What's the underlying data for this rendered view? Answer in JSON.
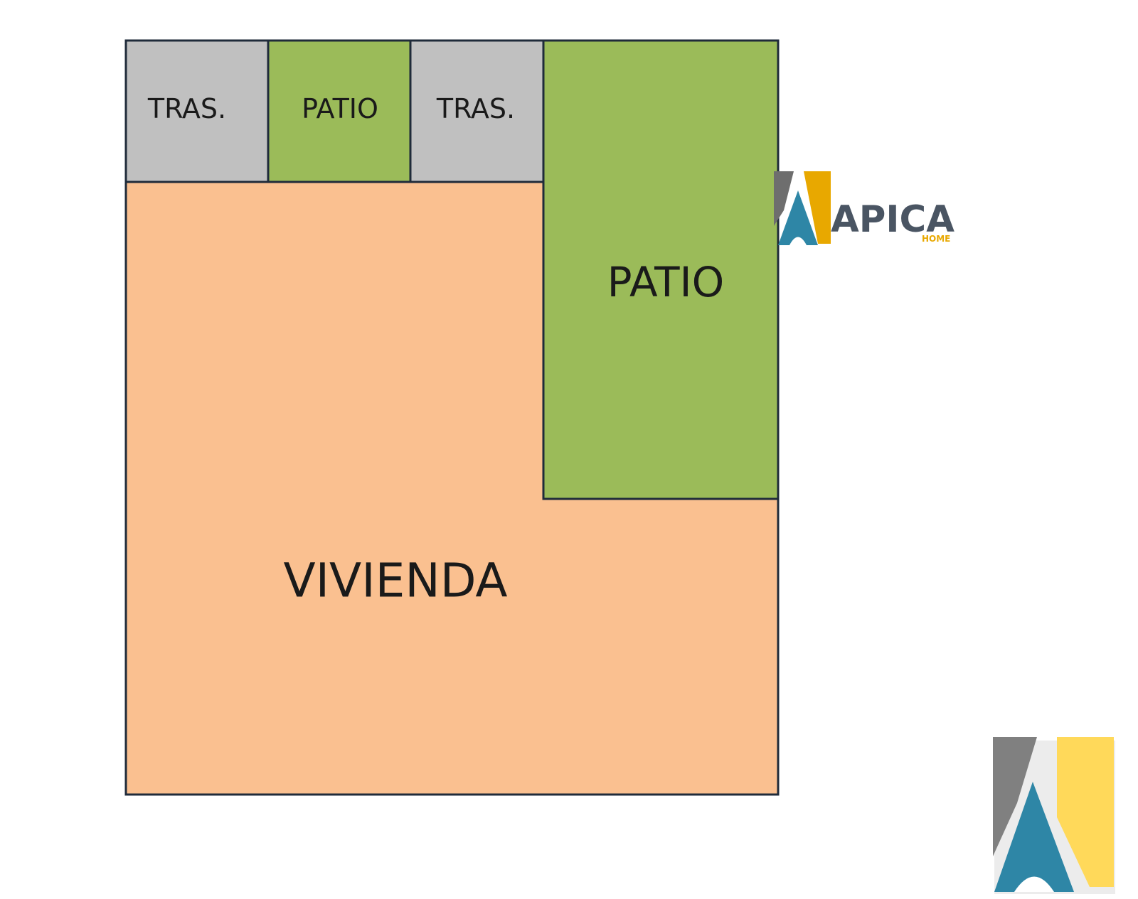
{
  "plan": {
    "rooms": [
      {
        "id": "tras-1",
        "label": "TRAS.",
        "color": "#c0c0c0"
      },
      {
        "id": "patio-small",
        "label": "PATIO",
        "color": "#9bbb59"
      },
      {
        "id": "tras-2",
        "label": "TRAS.",
        "color": "#c0c0c0"
      },
      {
        "id": "patio-large",
        "label": "PATIO",
        "color": "#9bbb59"
      },
      {
        "id": "vivienda",
        "label": "VIVIENDA",
        "color": "#fac090"
      }
    ],
    "border_color": "#1f2b3a"
  },
  "logo": {
    "name": "APICA",
    "sub": "HOME",
    "colors": {
      "gray": "#6e6e6e",
      "yellow": "#e8a800",
      "blue": "#2e86a6",
      "light_yellow": "#ffd95a"
    }
  }
}
